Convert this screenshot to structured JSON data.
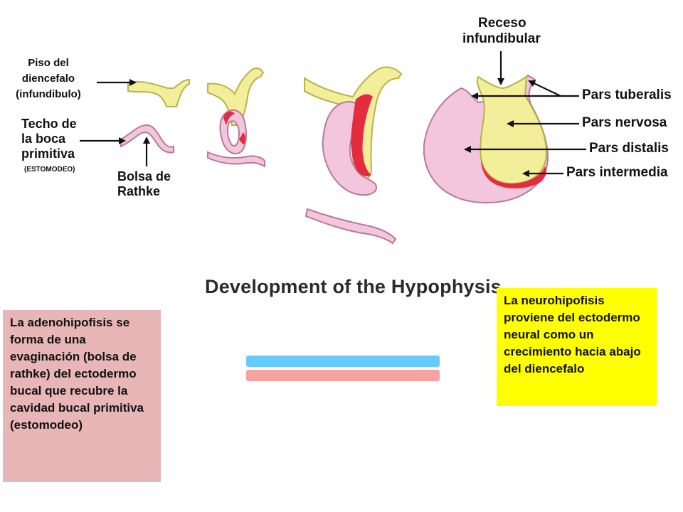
{
  "labels": {
    "piso": [
      "Piso del",
      "diencefalo",
      "(infundibulo)"
    ],
    "techo": [
      "Techo de",
      "la boca",
      "primitiva"
    ],
    "estomodeo": "(ESTOMODEO)",
    "bolsa": [
      "Bolsa de",
      "Rathke"
    ],
    "receso": [
      "Receso",
      "infundibular"
    ],
    "pars_tuberalis": "Pars tuberalis",
    "pars_nervosa": "Pars nervosa",
    "pars_distalis": "Pars distalis",
    "pars_intermedia": "Pars intermedia"
  },
  "title": "Development of the Hypophysis",
  "adeno_box": {
    "text": "La adenohipofisis se forma de una evaginación (bolsa de rathke) del ectodermo bucal que recubre la cavidad bucal primitiva (estomodeo)",
    "color": "#e8b6b6"
  },
  "neuro_box": {
    "text": "La neurohipofisis proviene del ectodermo neural como un crecimiento hacia abajo del diencefalo",
    "color": "#ffff00"
  },
  "colors": {
    "neural_tissue": "#f2ee9a",
    "oral_ectoderm": "#f3c6dd",
    "pars_intermedia": "#e52b3f",
    "bar_blue": "#66ccff",
    "bar_pink": "#f7a1a1"
  }
}
